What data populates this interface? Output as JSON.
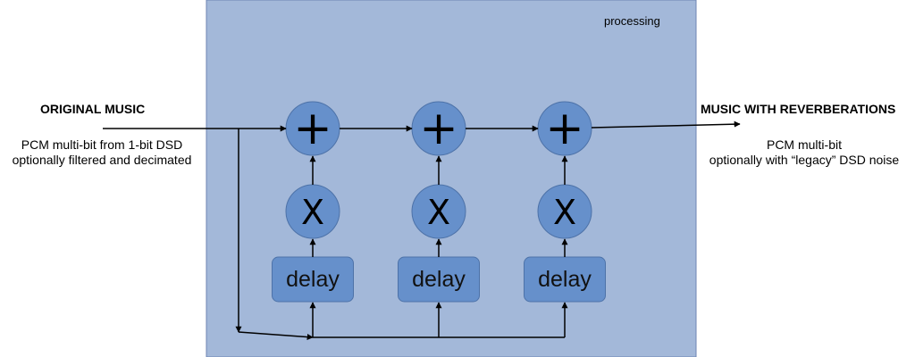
{
  "input": {
    "title": "ORIGINAL MUSIC",
    "line1": "PCM multi-bit from 1-bit DSD",
    "line2": "optionally filtered and decimated"
  },
  "output": {
    "title": "MUSIC WITH REVERBERATIONS",
    "line1": "PCM multi-bit",
    "line2": "optionally with “legacy” DSD noise"
  },
  "region": {
    "label": "processing"
  },
  "stages": [
    {
      "adder": "+",
      "multiplier": "X",
      "delay": "delay"
    },
    {
      "adder": "+",
      "multiplier": "X",
      "delay": "delay"
    },
    {
      "adder": "+",
      "multiplier": "X",
      "delay": "delay"
    }
  ],
  "colors": {
    "region_fill": "#a3b8d9",
    "region_stroke": "#6f86b3",
    "node_fill": "#6690cb",
    "node_stroke": "#4d72a8",
    "line": "#000000"
  }
}
